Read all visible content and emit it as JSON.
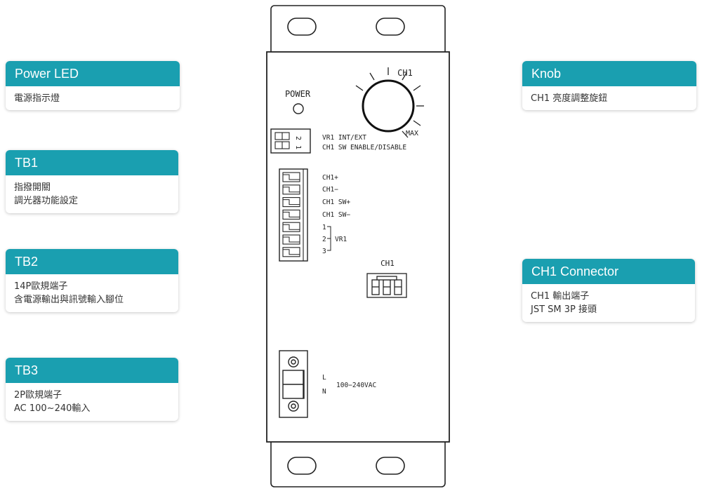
{
  "callouts": {
    "power_led": {
      "title": "Power LED",
      "lines": [
        "電源指示燈"
      ]
    },
    "tb1": {
      "title": "TB1",
      "lines": [
        "指撥開關",
        "調光器功能設定"
      ]
    },
    "tb2": {
      "title": "TB2",
      "lines": [
        "14P歐規端子",
        "含電源輸出與訊號輸入腳位"
      ]
    },
    "tb3": {
      "title": "TB3",
      "lines": [
        "2P歐規端子",
        "AC 100~240輸入"
      ]
    },
    "knob": {
      "title": "Knob",
      "lines": [
        "CH1 亮度調整旋鈕"
      ]
    },
    "ch1_connector": {
      "title": "CH1 Connector",
      "lines": [
        "CH1 輸出端子",
        "JST SM 3P 接頭"
      ]
    }
  },
  "device": {
    "power_label": "POWER",
    "knob_label": "CH1",
    "knob_max": "MAX",
    "dip_numbers": [
      "2",
      "1"
    ],
    "dip_lines": [
      "VR1 INT/EXT",
      "CH1 SW ENABLE/DISABLE"
    ],
    "tb2_pins": [
      "CH1+",
      "CH1−",
      "CH1 SW+",
      "CH1 SW−"
    ],
    "vr_pins": [
      "1",
      "2",
      "3"
    ],
    "vr_label": "VR1",
    "connector_label": "CH1",
    "ac_l": "L",
    "ac_n": "N",
    "ac_voltage": "100−240VAC"
  }
}
